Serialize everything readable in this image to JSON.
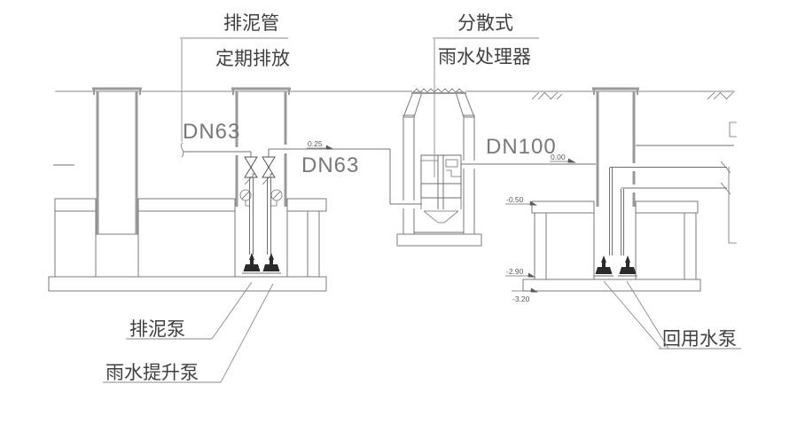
{
  "drawing": {
    "callouts": {
      "sludge_pipe_line1": "排泥管",
      "sludge_pipe_line2": "定期排放",
      "processor_line1": "分散式",
      "processor_line2": "雨水处理器"
    },
    "pipe_labels": {
      "dn63_discharge": "DN63",
      "dn63_feed": "DN63",
      "dn100_outlet": "DN100"
    },
    "elevations": {
      "e025": "0.25",
      "e000": "0.00",
      "e050": "-0.50",
      "e290": "-2.90",
      "e320": "-3.20"
    },
    "equipment_labels": {
      "sludge_pump": "排泥泵",
      "rain_lift_pump": "雨水提升泵",
      "reuse_pump": "回用水泵"
    },
    "colors": {
      "line": "#6e6e6e",
      "wall": "#9a9a9a",
      "text": "#3f3f3f",
      "dn_text": "#787878",
      "pump_fill": "#2b2b2b",
      "background": "#ffffff"
    }
  }
}
